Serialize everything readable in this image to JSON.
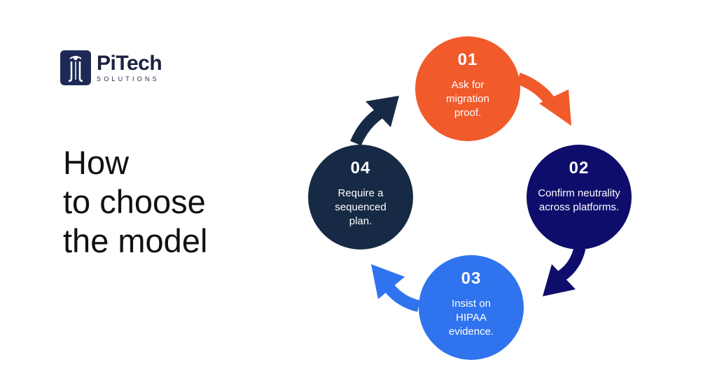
{
  "logo": {
    "name": "PiTech",
    "sub": "SOLUTIONS"
  },
  "heading": {
    "line1": "How",
    "line2": "to choose",
    "line3": "the model"
  },
  "steps": [
    {
      "num": "01",
      "text": "Ask for migration proof.",
      "color": "#f15a2b"
    },
    {
      "num": "02",
      "text": "Confirm neutrality across platforms.",
      "color": "#0f0d6b"
    },
    {
      "num": "03",
      "text": "Insist on HIPAA evidence.",
      "color": "#2f73ee"
    },
    {
      "num": "04",
      "text": "Require a sequenced plan.",
      "color": "#162a45"
    }
  ],
  "icons": [
    "logo-icon",
    "arrow-01-to-02",
    "arrow-02-to-03",
    "arrow-03-to-04",
    "arrow-04-to-01"
  ]
}
